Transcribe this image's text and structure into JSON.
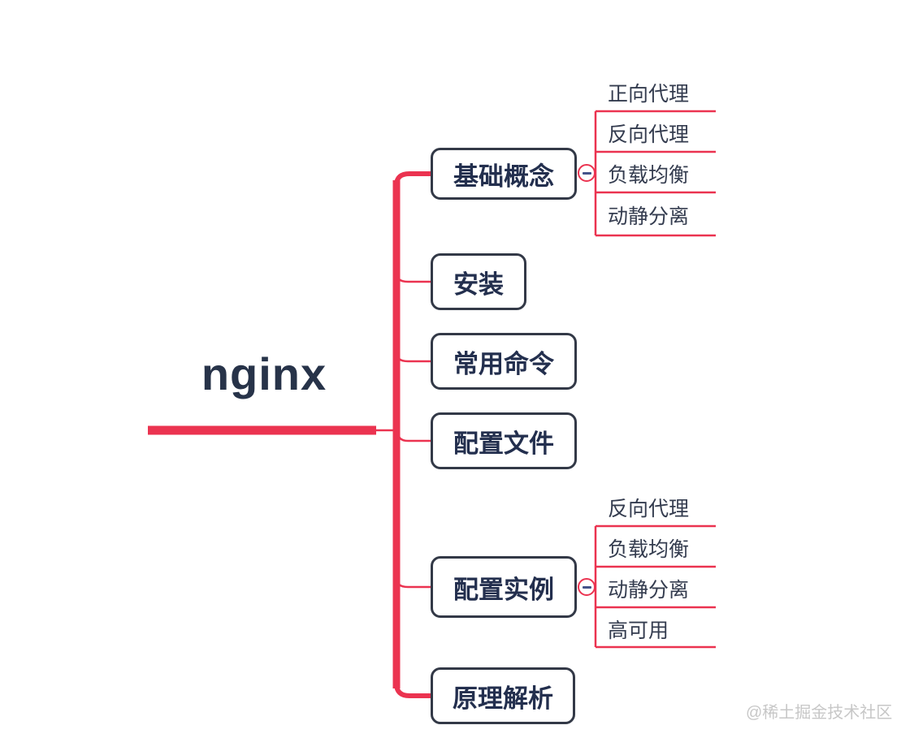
{
  "root": {
    "label": "nginx"
  },
  "branches": [
    {
      "label": "基础概念",
      "collapsed": false,
      "children": [
        "正向代理",
        "反向代理",
        "负载均衡",
        "动静分离"
      ]
    },
    {
      "label": "安装",
      "children": []
    },
    {
      "label": "常用命令",
      "children": []
    },
    {
      "label": "配置文件",
      "children": []
    },
    {
      "label": "配置实例",
      "collapsed": false,
      "children": [
        "反向代理",
        "负载均衡",
        "动静分离",
        "高可用"
      ]
    },
    {
      "label": "原理解析",
      "children": []
    }
  ],
  "watermark": "@稀土掘金技术社区",
  "colors": {
    "accent_red": "#eb3350",
    "node_border": "#333947",
    "node_text": "#232f4e",
    "child_text": "#343c4f",
    "watermark_gray": "#c7c7c7"
  },
  "icons": {
    "collapse": "minus-icon"
  }
}
